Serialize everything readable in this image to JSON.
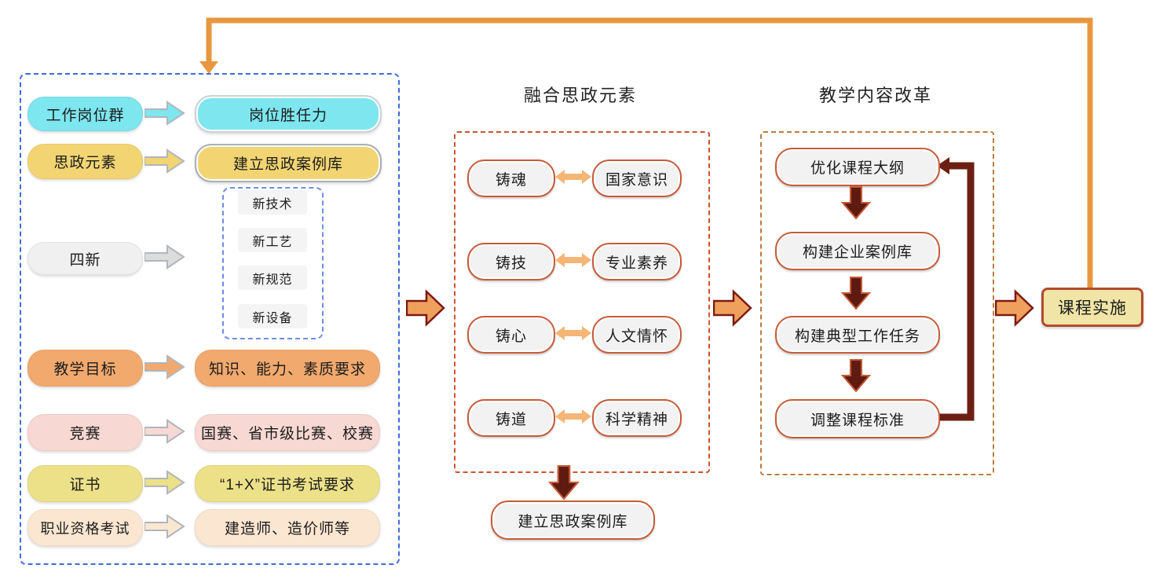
{
  "diagram": {
    "left_panel": {
      "rows": [
        {
          "source": "工作岗位群",
          "target": "岗位胜任力"
        },
        {
          "source": "思政元素",
          "target": "建立思政案例库"
        },
        {
          "source": "四新",
          "target": null
        },
        {
          "source": "教学目标",
          "target": "知识、能力、素质要求"
        },
        {
          "source": "竞赛",
          "target": "国赛、省市级比赛、校赛"
        },
        {
          "source": "证书",
          "target": "“1+X”证书考试要求"
        },
        {
          "source": "职业资格考试",
          "target": "建造师、造价师等"
        }
      ],
      "four_new_items": [
        "新技术",
        "新工艺",
        "新规范",
        "新设备"
      ]
    },
    "middle_panel": {
      "title": "融合思政元素",
      "pairs": [
        {
          "left": "铸魂",
          "right": "国家意识"
        },
        {
          "left": "铸技",
          "right": "专业素养"
        },
        {
          "left": "铸心",
          "right": "人文情怀"
        },
        {
          "left": "铸道",
          "right": "科学精神"
        }
      ],
      "output": "建立思政案例库"
    },
    "right_panel": {
      "title": "教学内容改革",
      "steps": [
        "优化课程大纲",
        "构建企业案例库",
        "构建典型工作任务",
        "调整课程标准"
      ]
    },
    "implementation": {
      "label": "课程实施"
    },
    "colors": {
      "dashed_blue": "#3f6ae0",
      "dashed_red": "#cc5232",
      "dashed_brown": "#bd7b41",
      "pill_border_red": "#c65b39",
      "maroon": "#5f1b10",
      "orange_connector": "#e8973f",
      "big_arrow_fill": "#efa05c",
      "double_arrow_fill": "#f5b575",
      "cyan": "#7de6ef",
      "yellow": "#f2d572",
      "orange": "#f2a96e",
      "pink": "#f8d8d2",
      "khaki": "#ece089",
      "tan": "#fbe6d1"
    }
  }
}
